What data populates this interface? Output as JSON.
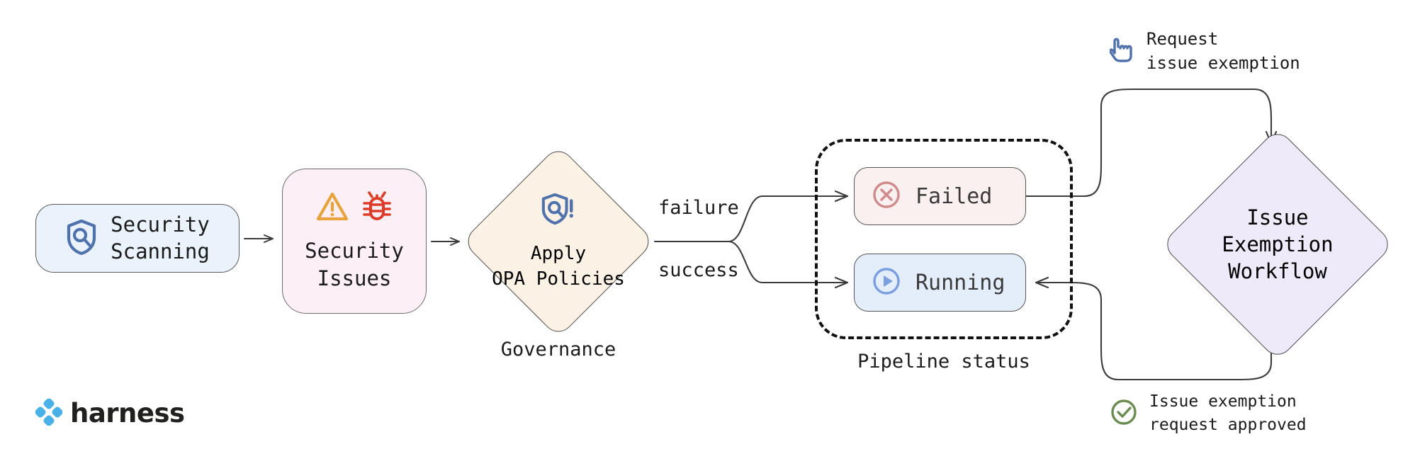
{
  "diagram": {
    "title": "Harness security scanning governance and issue exemption workflow",
    "background": "#ffffff"
  },
  "nodes": {
    "security_scanning": {
      "label_line1": "Security",
      "label_line2": "Scanning",
      "icon": "shield-scan-icon",
      "fill": "#eaf3fb",
      "stroke": "#5a5a5a"
    },
    "security_issues": {
      "label_line1": "Security",
      "label_line2": "Issues",
      "icon_warning": "warning-triangle-icon",
      "icon_bug": "bug-icon",
      "fill": "#fdeff6",
      "stroke": "#6b6b6b",
      "warning_color": "#e8a33d",
      "bug_color": "#dd3b27"
    },
    "governance": {
      "label_line1": "Apply",
      "label_line2": "OPA Policies",
      "caption": "Governance",
      "icon": "shield-policy-alert-icon",
      "fill": "#fbf1e4",
      "stroke": "#4a4a4a",
      "icon_color": "#4f72ad"
    },
    "failed": {
      "label": "Failed",
      "icon": "x-circle-icon",
      "fill": "#fbf0f0",
      "stroke": "#555555",
      "icon_color": "#cf8b8b"
    },
    "running": {
      "label": "Running",
      "icon": "play-circle-icon",
      "fill": "#e4eefb",
      "stroke": "#555555",
      "icon_color": "#7a9ee0"
    },
    "pipeline_group": {
      "caption": "Pipeline status",
      "stroke": "#111111",
      "style": "dashed"
    },
    "issue_exemption_workflow": {
      "label_line1": "Issue",
      "label_line2": "Exemption",
      "label_line3": "Workflow",
      "fill": "#eeeaf9",
      "stroke": "#4a4a4a"
    }
  },
  "edges": {
    "failure_label": "failure",
    "success_label": "success"
  },
  "annotations": {
    "request": {
      "line1": "Request",
      "line2": "issue exemption",
      "icon": "click-hand-icon",
      "icon_color": "#4f72ad"
    },
    "approved": {
      "line1": "Issue exemption",
      "line2": "request approved",
      "icon": "check-circle-icon",
      "icon_color": "#6b8c50"
    }
  },
  "brand": {
    "name": "harness",
    "logo": "harness-logo-icon",
    "logo_color": "#4ab0e8",
    "text_color": "#20201f"
  }
}
